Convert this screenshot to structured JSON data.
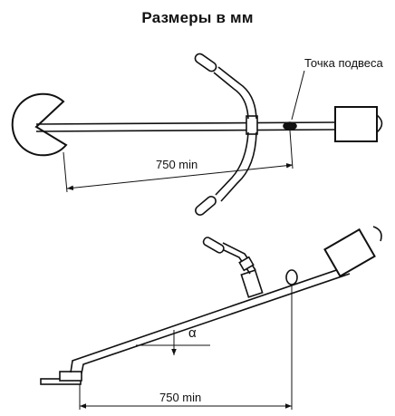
{
  "title": "Размеры в мм",
  "top_view": {
    "suspension_label": "Точка подвеса",
    "dimension_label": "750 min"
  },
  "side_view": {
    "angle_label": "α",
    "dimension_label": "750 min"
  }
}
